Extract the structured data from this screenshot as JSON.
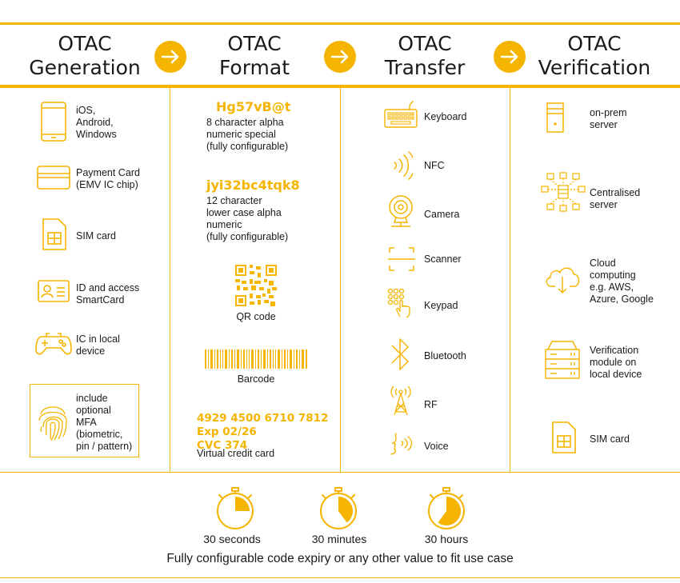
{
  "colors": {
    "accent": "#f5b400",
    "text": "#1a1a1a"
  },
  "columns": [
    {
      "title_line1": "OTAC",
      "title_line2": "Generation"
    },
    {
      "title_line1": "OTAC",
      "title_line2": "Format"
    },
    {
      "title_line1": "OTAC",
      "title_line2": "Transfer"
    },
    {
      "title_line1": "OTAC",
      "title_line2": "Verification"
    }
  ],
  "generation": [
    {
      "icon": "smartphone-icon",
      "text": "iOS,\nAndroid,\nWindows"
    },
    {
      "icon": "payment-card-icon",
      "text": "Payment Card\n(EMV IC chip)"
    },
    {
      "icon": "sim-card-icon",
      "text": "SIM card"
    },
    {
      "icon": "id-card-icon",
      "text": "ID and access\nSmartCard"
    },
    {
      "icon": "gamepad-icon",
      "text": "IC in local\ndevice"
    },
    {
      "icon": "fingerprint-icon",
      "text": "include\noptional\nMFA\n(biometric,\npin / pattern)"
    }
  ],
  "format": {
    "code1": "Hg57vB@t",
    "code1_desc": "8 character alpha\nnumeric special\n(fully configurable)",
    "code2": "jyi32bc4tqk8",
    "code2_desc": "12 character\nlower case alpha\nnumeric\n(fully configurable)",
    "qr_label": "QR code",
    "barcode_label": "Barcode",
    "card_number": "4929 4500 6710 7812",
    "card_exp": "Exp 02/26",
    "card_cvc": "CVC 374",
    "card_label": "Virtual credit card"
  },
  "transfer": [
    {
      "icon": "keyboard-icon",
      "text": "Keyboard"
    },
    {
      "icon": "nfc-icon",
      "text": "NFC"
    },
    {
      "icon": "camera-icon",
      "text": "Camera"
    },
    {
      "icon": "scanner-icon",
      "text": "Scanner"
    },
    {
      "icon": "keypad-icon",
      "text": "Keypad"
    },
    {
      "icon": "bluetooth-icon",
      "text": "Bluetooth"
    },
    {
      "icon": "rf-icon",
      "text": "RF"
    },
    {
      "icon": "voice-icon",
      "text": "Voice"
    }
  ],
  "verification": [
    {
      "icon": "server-tower-icon",
      "text": "on-prem\nserver"
    },
    {
      "icon": "network-icon",
      "text": "Centralised\nserver"
    },
    {
      "icon": "cloud-icon",
      "text": "Cloud\ncomputing\ne.g. AWS,\nAzure, Google"
    },
    {
      "icon": "server-rack-icon",
      "text": "Verification\nmodule on\nlocal device"
    },
    {
      "icon": "sim-card-icon",
      "text": "SIM card"
    }
  ],
  "timers": [
    {
      "label": "30 seconds",
      "fraction": 0.25
    },
    {
      "label": "30 minutes",
      "fraction": 0.4
    },
    {
      "label": "30 hours",
      "fraction": 0.6
    }
  ],
  "footer": "Fully configurable code expiry or any other value to fit use case"
}
